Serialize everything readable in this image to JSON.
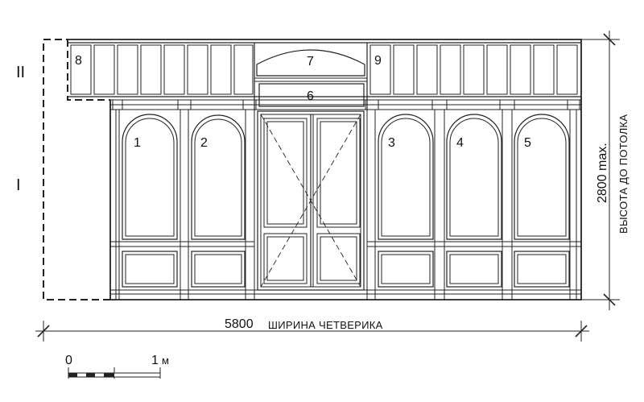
{
  "panel_numbers": {
    "p1": "1",
    "p2": "2",
    "p3": "3",
    "p4": "4",
    "p5": "5",
    "p6": "6",
    "p7": "7",
    "p8": "8",
    "p9": "9"
  },
  "levels": {
    "upper": "II",
    "lower": "I"
  },
  "width_dimension": {
    "value": "5800",
    "caption": "ШИРИНА ЧЕТВЕРИКА"
  },
  "height_dimension": {
    "value": "2800 max.",
    "caption": "ВЫСОТА ДО ПОТОЛКА"
  },
  "scale_bar": {
    "start": "0",
    "end_value": "1",
    "end_unit": "м"
  }
}
